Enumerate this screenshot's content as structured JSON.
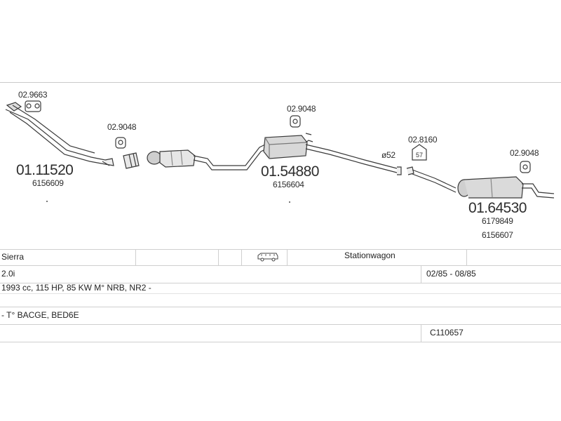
{
  "parts": {
    "clamp_a": "02.9663",
    "front_pipe": {
      "code": "01.11520",
      "oe": "6156609"
    },
    "clamp_b": "02.9048",
    "center_silencer": {
      "code": "01.54880",
      "oe": "6156604"
    },
    "clamp_c": "02.9048",
    "joint_size": "ø52",
    "clamp_d": "02.8160",
    "clamp_d_badge": "57",
    "clamp_e": "02.9048",
    "rear_silencer": {
      "code": "01.64530",
      "oe1": "6179849",
      "oe2": "6156607"
    }
  },
  "spec": {
    "model": "Sierra",
    "body_type": "Stationwagon",
    "engine": "2.0i",
    "period": "02/85 - 08/85",
    "details": "1993 cc, 115 HP, 85 KW M° NRB, NR2 -",
    "type_codes": "- T° BACGE, BED6E",
    "ref": "C110657"
  }
}
